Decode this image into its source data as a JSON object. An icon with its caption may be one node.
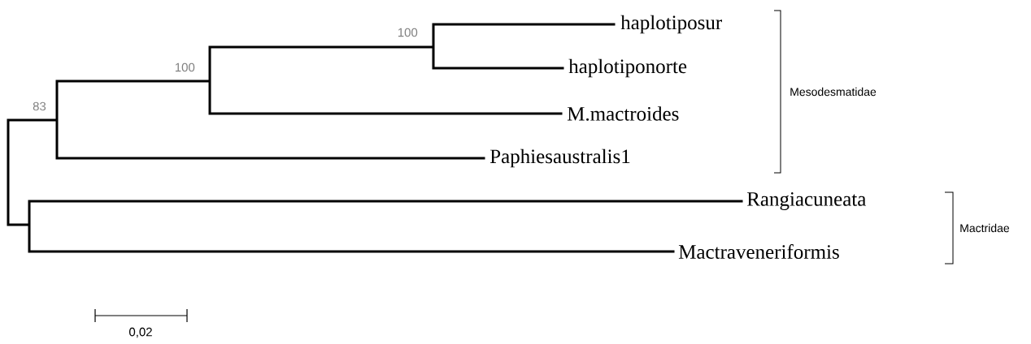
{
  "diagram": {
    "labels": [
      "100",
      "100",
      "83",
      "haplotiposur",
      "haplotiponorte",
      "M.mactroides",
      "Paphiesaustralis1",
      "Rangiacuneata",
      "Mactraveneriformis",
      "Mesodesmatidae",
      "Mactridae",
      "0,02"
    ]
  }
}
